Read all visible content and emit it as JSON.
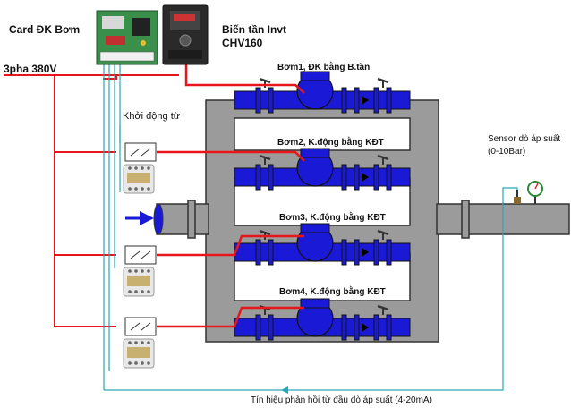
{
  "labels": {
    "card": "Card ĐK Bơm",
    "inverter_line1": "Biến tần Invt",
    "inverter_line2": "CHV160",
    "power": "3pha 380V",
    "starter": "Khởi động từ",
    "sensor_line1": "Sensor dò áp suất",
    "sensor_line2": "(0-10Bar)",
    "feedback": "Tín hiệu phản hồi từ đầu dò áp suất (4-20mA)"
  },
  "pumps": [
    {
      "label": "Bơm1, ĐK bằng B.tần"
    },
    {
      "label": "Bơm2, K.động bằng KĐT"
    },
    {
      "label": "Bơm3, K.động bằng KĐT"
    },
    {
      "label": "Bơm4, K.động bằng KĐT"
    }
  ],
  "colors": {
    "power_line": "#e8161b",
    "signal_line": "#2aa7b5",
    "pump_body": "#1a1ad6",
    "manifold": "#9b9b9b",
    "pipe": "#9b9b9b"
  }
}
